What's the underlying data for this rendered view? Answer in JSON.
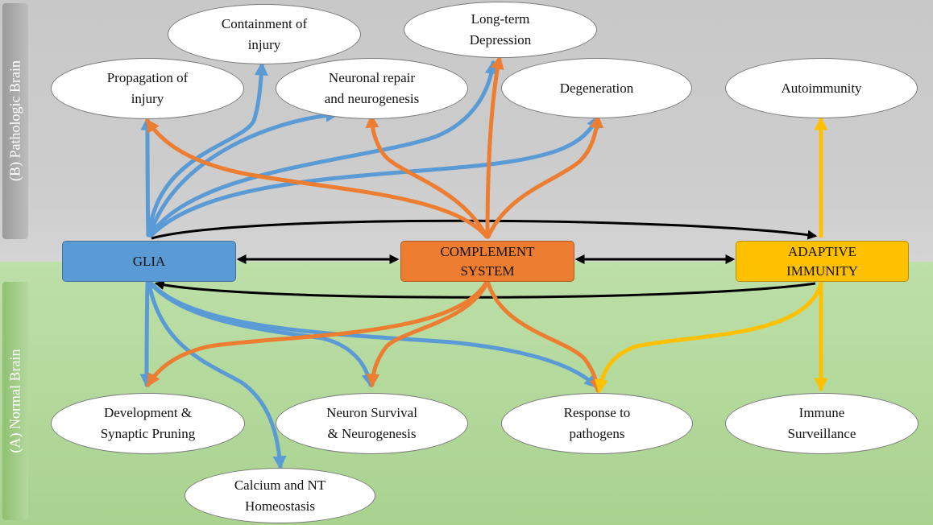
{
  "panels": {
    "pathologic": "(B) Pathologic Brain",
    "normal": "(A) Normal Brain"
  },
  "nodes": {
    "glia": "GLIA",
    "complement": "COMPLEMENT\nSYSTEM",
    "adaptive": "ADAPTIVE\nIMMUNITY"
  },
  "pathologic_outcomes": {
    "propagation": "Propagation of\ninjury",
    "containment": "Containment of\ninjury",
    "repair": "Neuronal repair\nand neurogenesis",
    "ltd": "Long-term\nDepression",
    "degeneration": "Degeneration",
    "autoimmunity": "Autoimmunity"
  },
  "normal_outcomes": {
    "development": "Development &\nSynaptic Pruning",
    "survival": "Neuron Survival\n& Neurogenesis",
    "pathogens": "Response to\npathogens",
    "surveillance": "Immune\nSurveillance",
    "calcium": "Calcium and NT\nHomeostasis"
  },
  "colors": {
    "glia": "#5b9bd5",
    "complement": "#ed7d31",
    "adaptive": "#ffc000",
    "connector": "#000000"
  }
}
